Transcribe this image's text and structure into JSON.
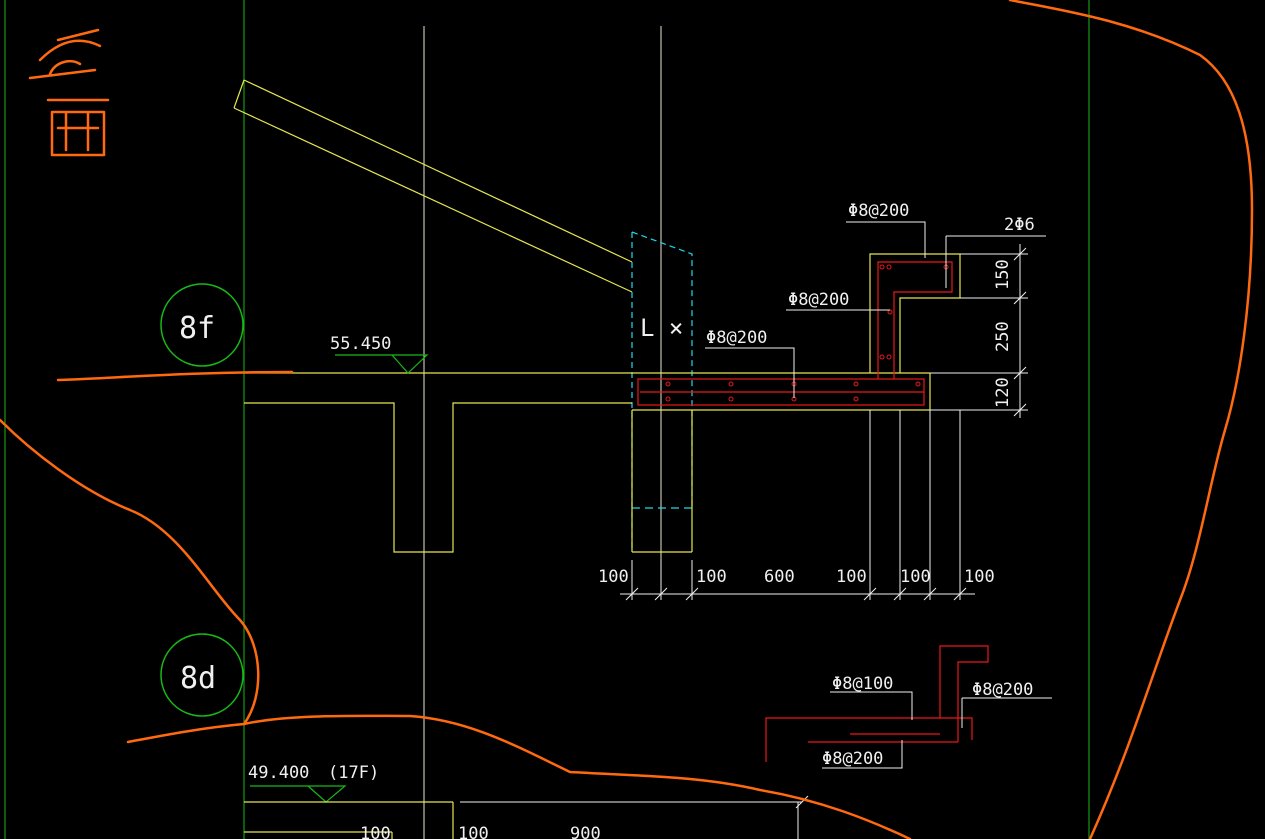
{
  "colors": {
    "background": "#000000",
    "grid_line": "#18b818",
    "axis_line": "#e8e8d0",
    "concrete": "#e6e650",
    "hidden": "#20d8e8",
    "rebar": "#e81818",
    "text": "#f0f0f0",
    "markup": "#ff6a10"
  },
  "handwritten_note": "至面",
  "axis_bubbles": [
    {
      "id": "8f",
      "label": "8f"
    },
    {
      "id": "8d",
      "label": "8d"
    }
  ],
  "elevations": [
    {
      "value": "55.450",
      "floor": ""
    },
    {
      "value": "49.400",
      "floor": "(17F)"
    }
  ],
  "rebar_labels": {
    "top_stirrup": "Φ8@200",
    "top_bars": "2Φ6",
    "wall_bars": "Φ8@200",
    "slab_bars": "Φ8@200",
    "detail_a": "Φ8@100",
    "detail_b": "Φ8@200",
    "detail_c": "Φ8@200"
  },
  "horizontal_dims": [
    "100",
    "100",
    "600",
    "100",
    "100",
    "100"
  ],
  "vertical_dims": [
    "150",
    "250",
    "120"
  ],
  "bottom_dims": [
    "100",
    "100",
    "900"
  ],
  "wall_mark": "L ×"
}
